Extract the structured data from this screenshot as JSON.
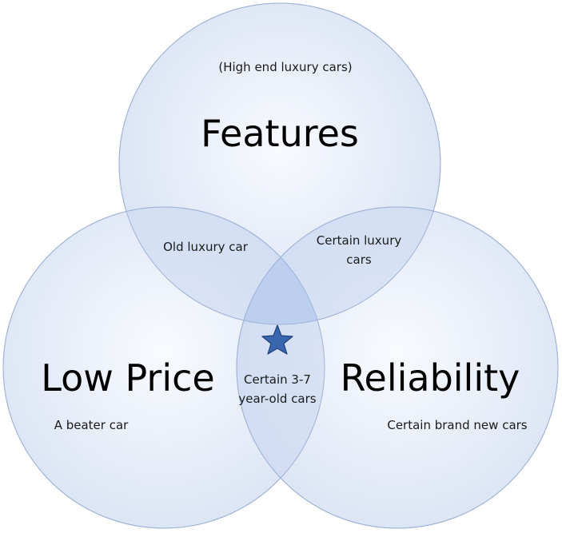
{
  "sets": {
    "features": {
      "title": "Features",
      "note": "(High end luxury cars)"
    },
    "low_price": {
      "title": "Low Price",
      "note": "A beater car"
    },
    "reliability": {
      "title": "Reliability",
      "note": "Certain brand new cars"
    }
  },
  "overlaps": {
    "features_low_price": "Old luxury car",
    "features_reliability": [
      "Certain luxury",
      "cars"
    ],
    "all_three": [
      "Certain 3-7",
      "year-old cars"
    ]
  },
  "icons": {
    "center_marker": "star-icon"
  },
  "colors": {
    "circle_fill_light": "#f7f9fd",
    "circle_fill_dark": "#d6e0f3",
    "circle_stroke": "#9fb3d6",
    "overlap_fill": "#c8d6f0",
    "star_fill": "#3a66b0",
    "star_stroke": "#1f3f78"
  }
}
